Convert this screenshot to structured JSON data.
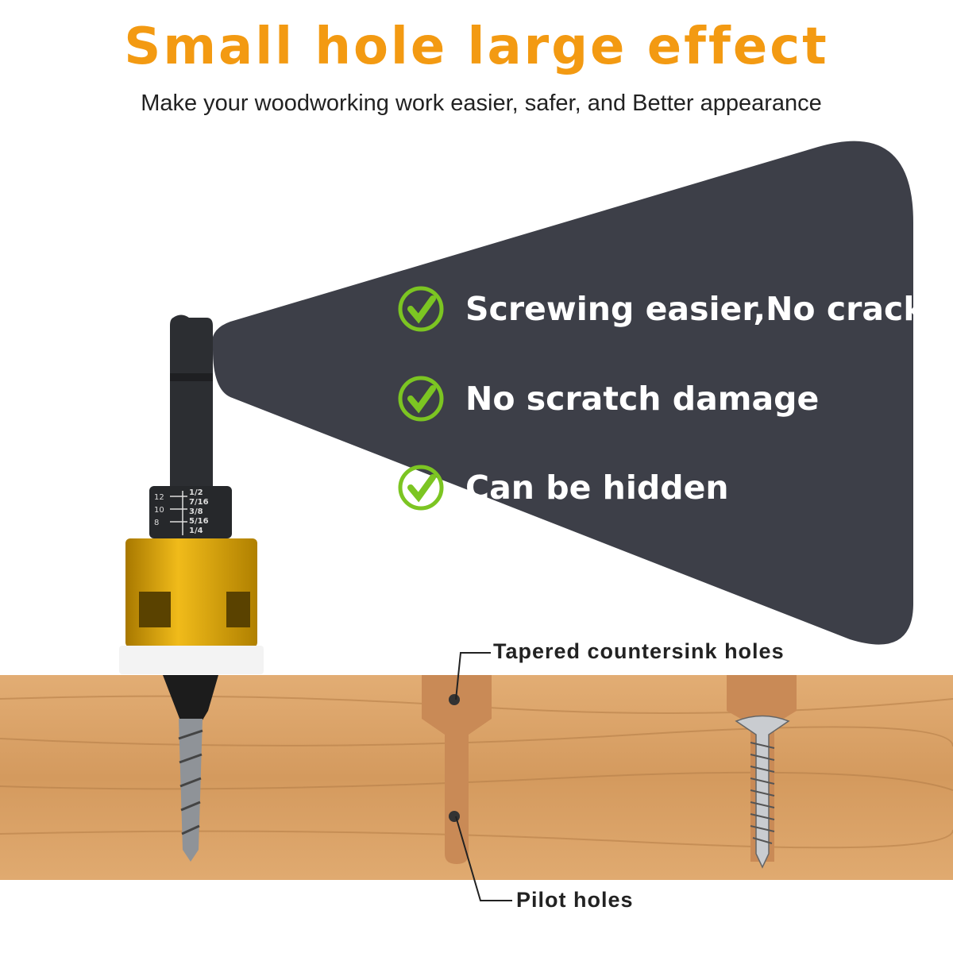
{
  "title": "Small hole large effect",
  "subtitle": "Make your woodworking work easier, safer, and Better appearance",
  "features": [
    {
      "icon": "check-circle-icon",
      "text": "Screwing easier,No crack"
    },
    {
      "icon": "check-circle-icon",
      "text": "No scratch damage"
    },
    {
      "icon": "check-circle-icon",
      "text": "Can be hidden"
    }
  ],
  "callouts": {
    "countersink": "Tapered countersink holes",
    "pilot": "Pilot holes"
  },
  "scale": {
    "left": [
      "12",
      "10",
      "8"
    ],
    "right": [
      "1/2",
      "7/16",
      "3/8",
      "5/16",
      "1/4"
    ]
  },
  "colors": {
    "title": "#f39a12",
    "panel": "#3d3f48",
    "check": "#7cc522",
    "wood": "#d9a36a",
    "hole": "#c98a56",
    "collar": "#e0a500"
  }
}
